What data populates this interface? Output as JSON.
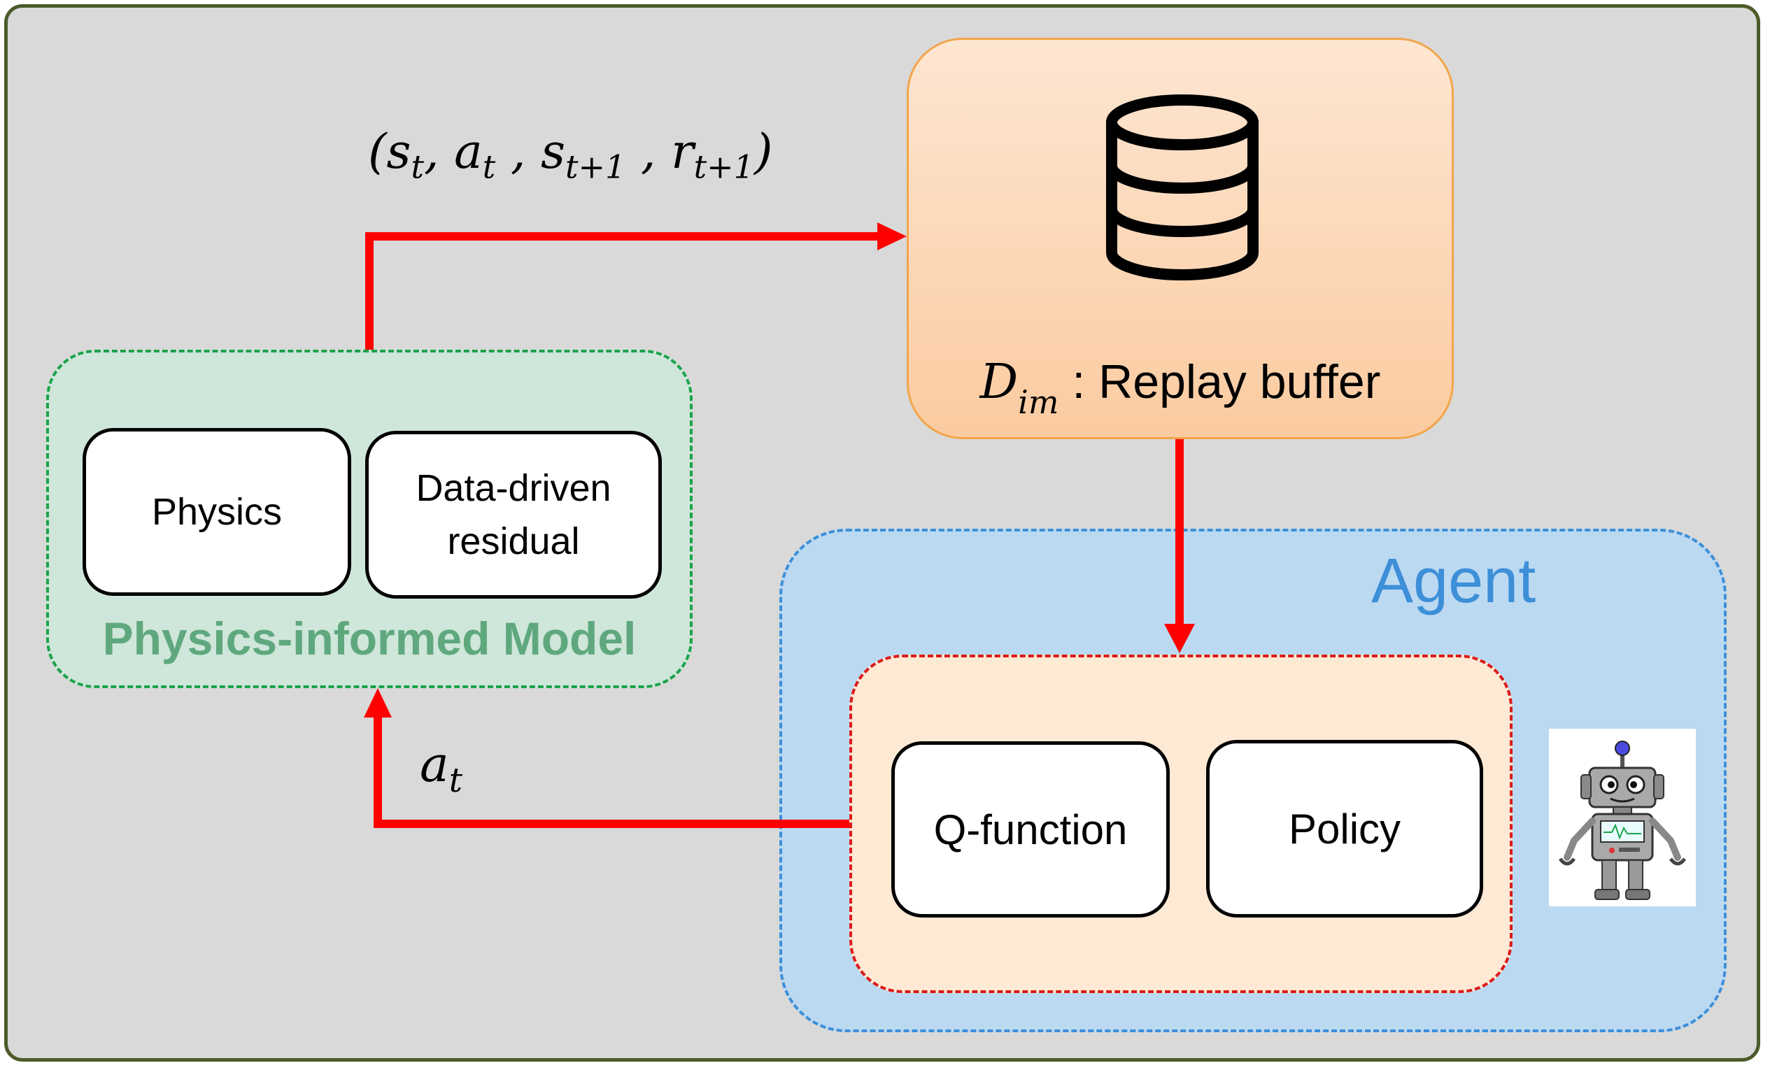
{
  "transition_label": "(s_t, a_t , s_t+1 , r_t+1)",
  "transition_parts": {
    "s": "s",
    "a": "a",
    "r": "r",
    "t": "t",
    "t1": "t+1"
  },
  "replay_buffer": {
    "icon": "database-icon",
    "symbol": "D",
    "subscript": "im",
    "label": ": Replay buffer"
  },
  "physics_model": {
    "title": "Physics-informed Model",
    "physics_box": "Physics",
    "residual_line1": "Data-driven",
    "residual_line2": "residual"
  },
  "agent": {
    "title": "Agent",
    "qfunction_box": "Q-function",
    "policy_box": "Policy",
    "icon": "robot-icon"
  },
  "action_label": {
    "symbol": "a",
    "subscript": "t"
  },
  "colors": {
    "arrow": "#ff0000",
    "frame_border": "#4d5a2a",
    "background": "#d9d9d9",
    "model_region": "#cfe6da",
    "model_title": "#5fa87e",
    "agent_region": "#bcd9f2",
    "agent_title": "#3d8fd8",
    "inner_agent_region": "#fde9d4",
    "buffer_fill": "#fbcba0"
  }
}
